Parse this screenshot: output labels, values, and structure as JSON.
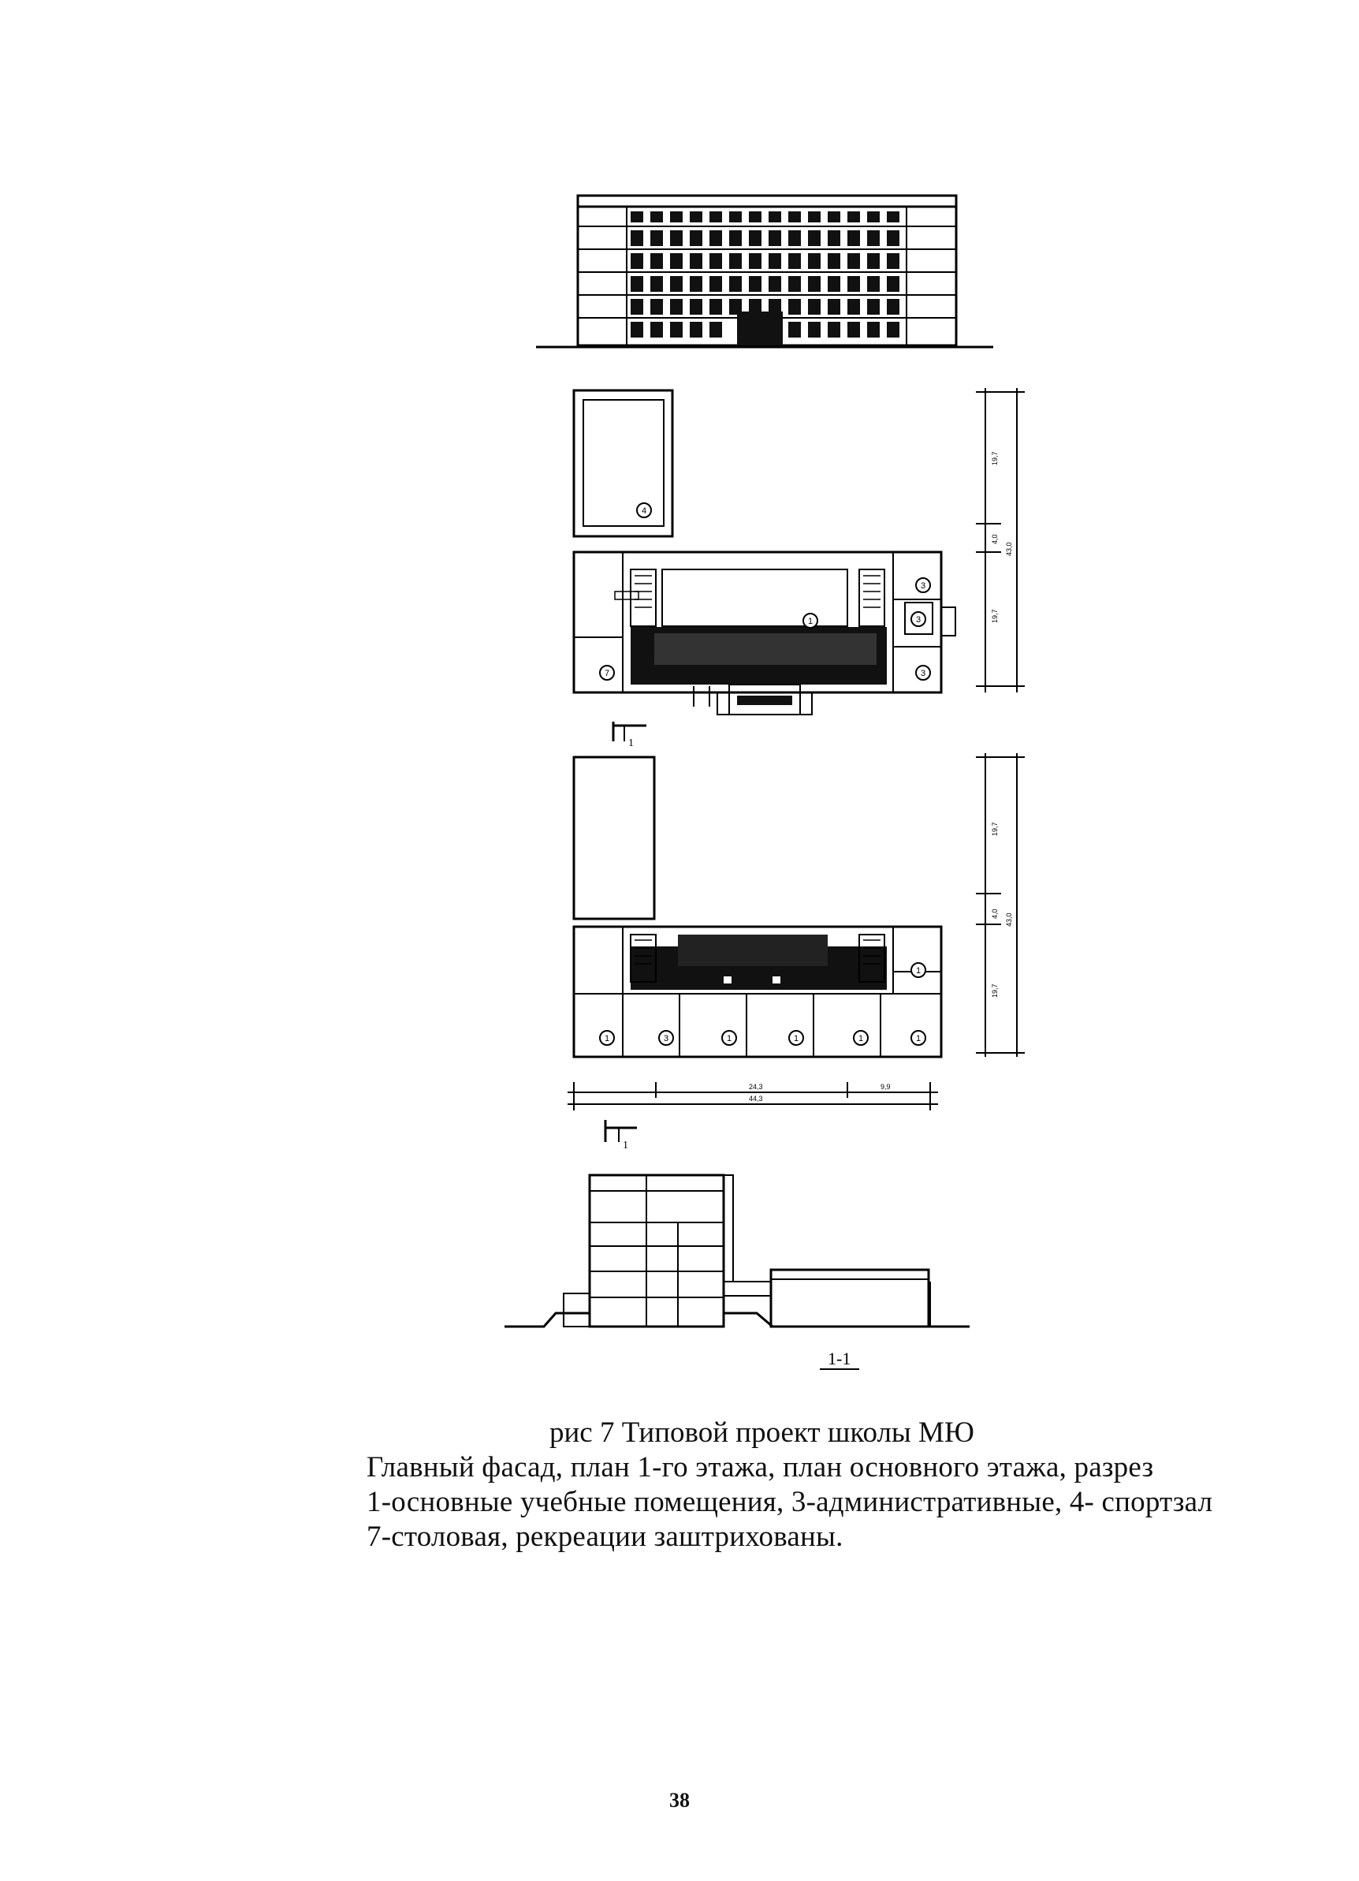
{
  "figure": {
    "section_mark_1": "1",
    "section_mark_2": "1",
    "section_label": "1-1",
    "plan1_dims": [
      "19,7",
      "4,0",
      "43,0",
      "19,7"
    ],
    "plan2_dims": [
      "19,7",
      "4,0",
      "43,0",
      "19,7"
    ],
    "horizontal_dims": [
      "24,3",
      "9,9",
      "44,3"
    ],
    "plan1_room_numbers": [
      "4",
      "1",
      "3",
      "3",
      "3",
      "7"
    ],
    "plan2_room_numbers": [
      "1",
      "1",
      "3",
      "1",
      "1",
      "1",
      "1"
    ]
  },
  "caption": {
    "title": "рис 7 Типовой проект школы МЮ",
    "line1": "Главный фасад, план 1-го этажа, план основного этажа, разрез",
    "line2": "1-основные учебные помещения, 3-административные, 4- спортзал",
    "line3": "7-столовая, рекреации заштрихованы."
  },
  "page_number": "38"
}
